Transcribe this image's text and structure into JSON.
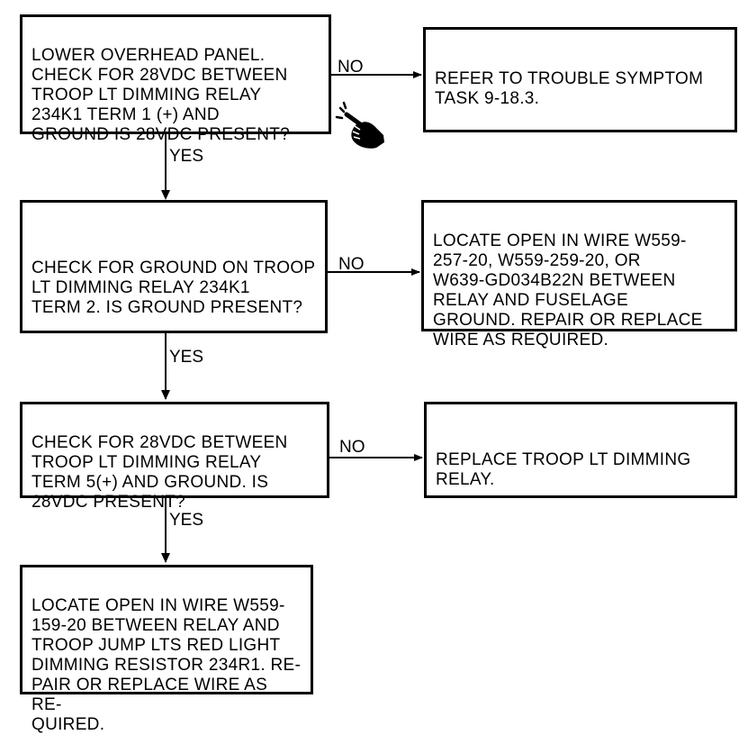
{
  "flow": {
    "step1": {
      "question": "LOWER OVERHEAD PANEL.\nCHECK FOR 28VDC BETWEEN\nTROOP LT DIMMING RELAY\n234K1 TERM 1 (+) AND\nGROUND  IS 28VDC PRESENT?",
      "no_label": "NO",
      "no_action": "REFER TO TROUBLE SYMPTOM\nTASK 9-18.3.",
      "yes_label": "YES"
    },
    "step2": {
      "question": "CHECK FOR GROUND ON TROOP\nLT DIMMING RELAY 234K1\nTERM 2. IS GROUND PRESENT?",
      "no_label": "NO",
      "no_action": "LOCATE OPEN IN WIRE W559-\n257-20, W559-259-20, OR\nW639-GD034B22N BETWEEN\nRELAY AND FUSELAGE\nGROUND. REPAIR OR REPLACE\nWIRE AS REQUIRED.",
      "yes_label": "YES"
    },
    "step3": {
      "question": "CHECK FOR 28VDC BETWEEN\nTROOP LT DIMMING RELAY\nTERM 5(+) AND GROUND. IS\n28VDC PRESENT?",
      "no_label": "NO",
      "no_action": "REPLACE TROOP LT DIMMING\nRELAY.",
      "yes_label": "YES"
    },
    "final": {
      "action": "LOCATE OPEN IN WIRE W559-\n159-20 BETWEEN RELAY AND\nTROOP JUMP LTS RED LIGHT\nDIMMING RESISTOR 234R1. RE-\nPAIR OR REPLACE WIRE AS RE-\nQUIRED."
    }
  },
  "icons": {
    "pointer": "pointing-hand-icon"
  },
  "colors": {
    "ink": "#000000",
    "paper": "#ffffff"
  }
}
